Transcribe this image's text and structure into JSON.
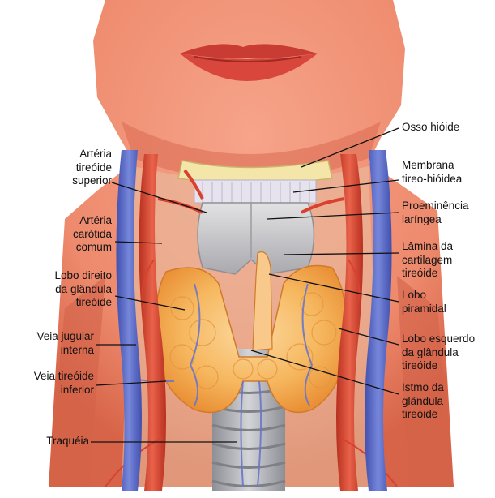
{
  "labels_left": [
    {
      "id": "arteria-tireoide-superior",
      "text": "Artéria\ntireóide\nsuperior"
    },
    {
      "id": "arteria-carotida-comum",
      "text": "Artéria\ncarótida\ncomum"
    },
    {
      "id": "lobo-direito",
      "text": "Lobo direito\nda glândula\ntireóide"
    },
    {
      "id": "veia-jugular-interna",
      "text": "Veia jugular\ninterna"
    },
    {
      "id": "veia-tireoide-inferior",
      "text": "Veia tireóide\ninferior"
    },
    {
      "id": "traqueia",
      "text": "Traquéia"
    }
  ],
  "labels_right": [
    {
      "id": "osso-hioide",
      "text": "Osso hióide"
    },
    {
      "id": "membrana-tireo-hioidea",
      "text": "Membrana\ntireo-hióidea"
    },
    {
      "id": "proeminencia-laringea",
      "text": "Proeminência\nlaríngea"
    },
    {
      "id": "lamina-cartilagem-tireoide",
      "text": "Lâmina da\ncartilagem\ntireóide"
    },
    {
      "id": "lobo-piramidal",
      "text": "Lobo\npiramidal"
    },
    {
      "id": "lobo-esquerdo",
      "text": "Lobo esquerdo\nda glândula\ntireóide"
    },
    {
      "id": "istmo",
      "text": "Istmo da\nglândula\ntireóide"
    }
  ],
  "colors": {
    "skin": "#f08f72",
    "skin_shadow": "#de6d53",
    "artery": "#d8412e",
    "vein": "#5767c4",
    "thyroid": "#f6b35a",
    "cartilage": "#c9c9cc",
    "hyoid": "#f4e6a8",
    "leader": "#111111"
  }
}
